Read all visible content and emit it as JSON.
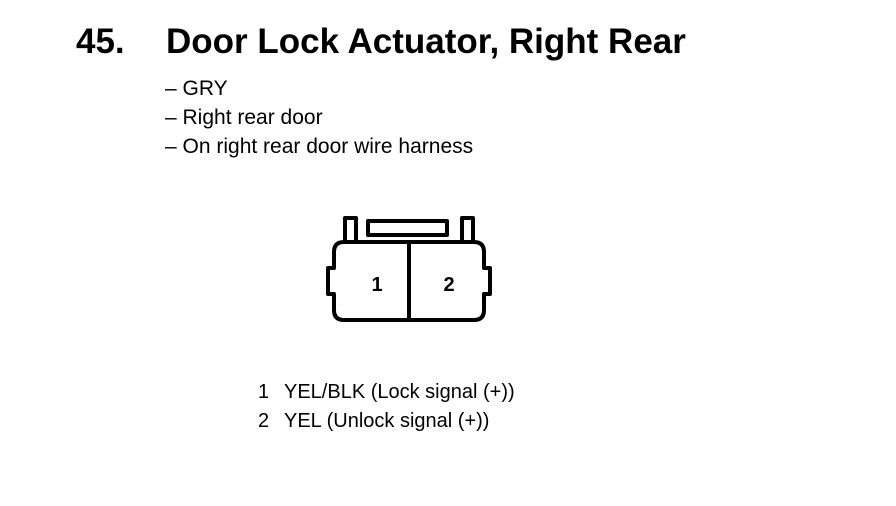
{
  "header": {
    "number": "45.",
    "title": "Door Lock Actuator, Right Rear"
  },
  "details": [
    "– GRY",
    "– Right rear door",
    "– On right rear door wire harness"
  ],
  "connector": {
    "terminals": [
      "1",
      "2"
    ]
  },
  "pins": [
    {
      "number": "1",
      "description": "YEL/BLK (Lock signal (+))"
    },
    {
      "number": "2",
      "description": "YEL (Unlock signal (+))"
    }
  ]
}
